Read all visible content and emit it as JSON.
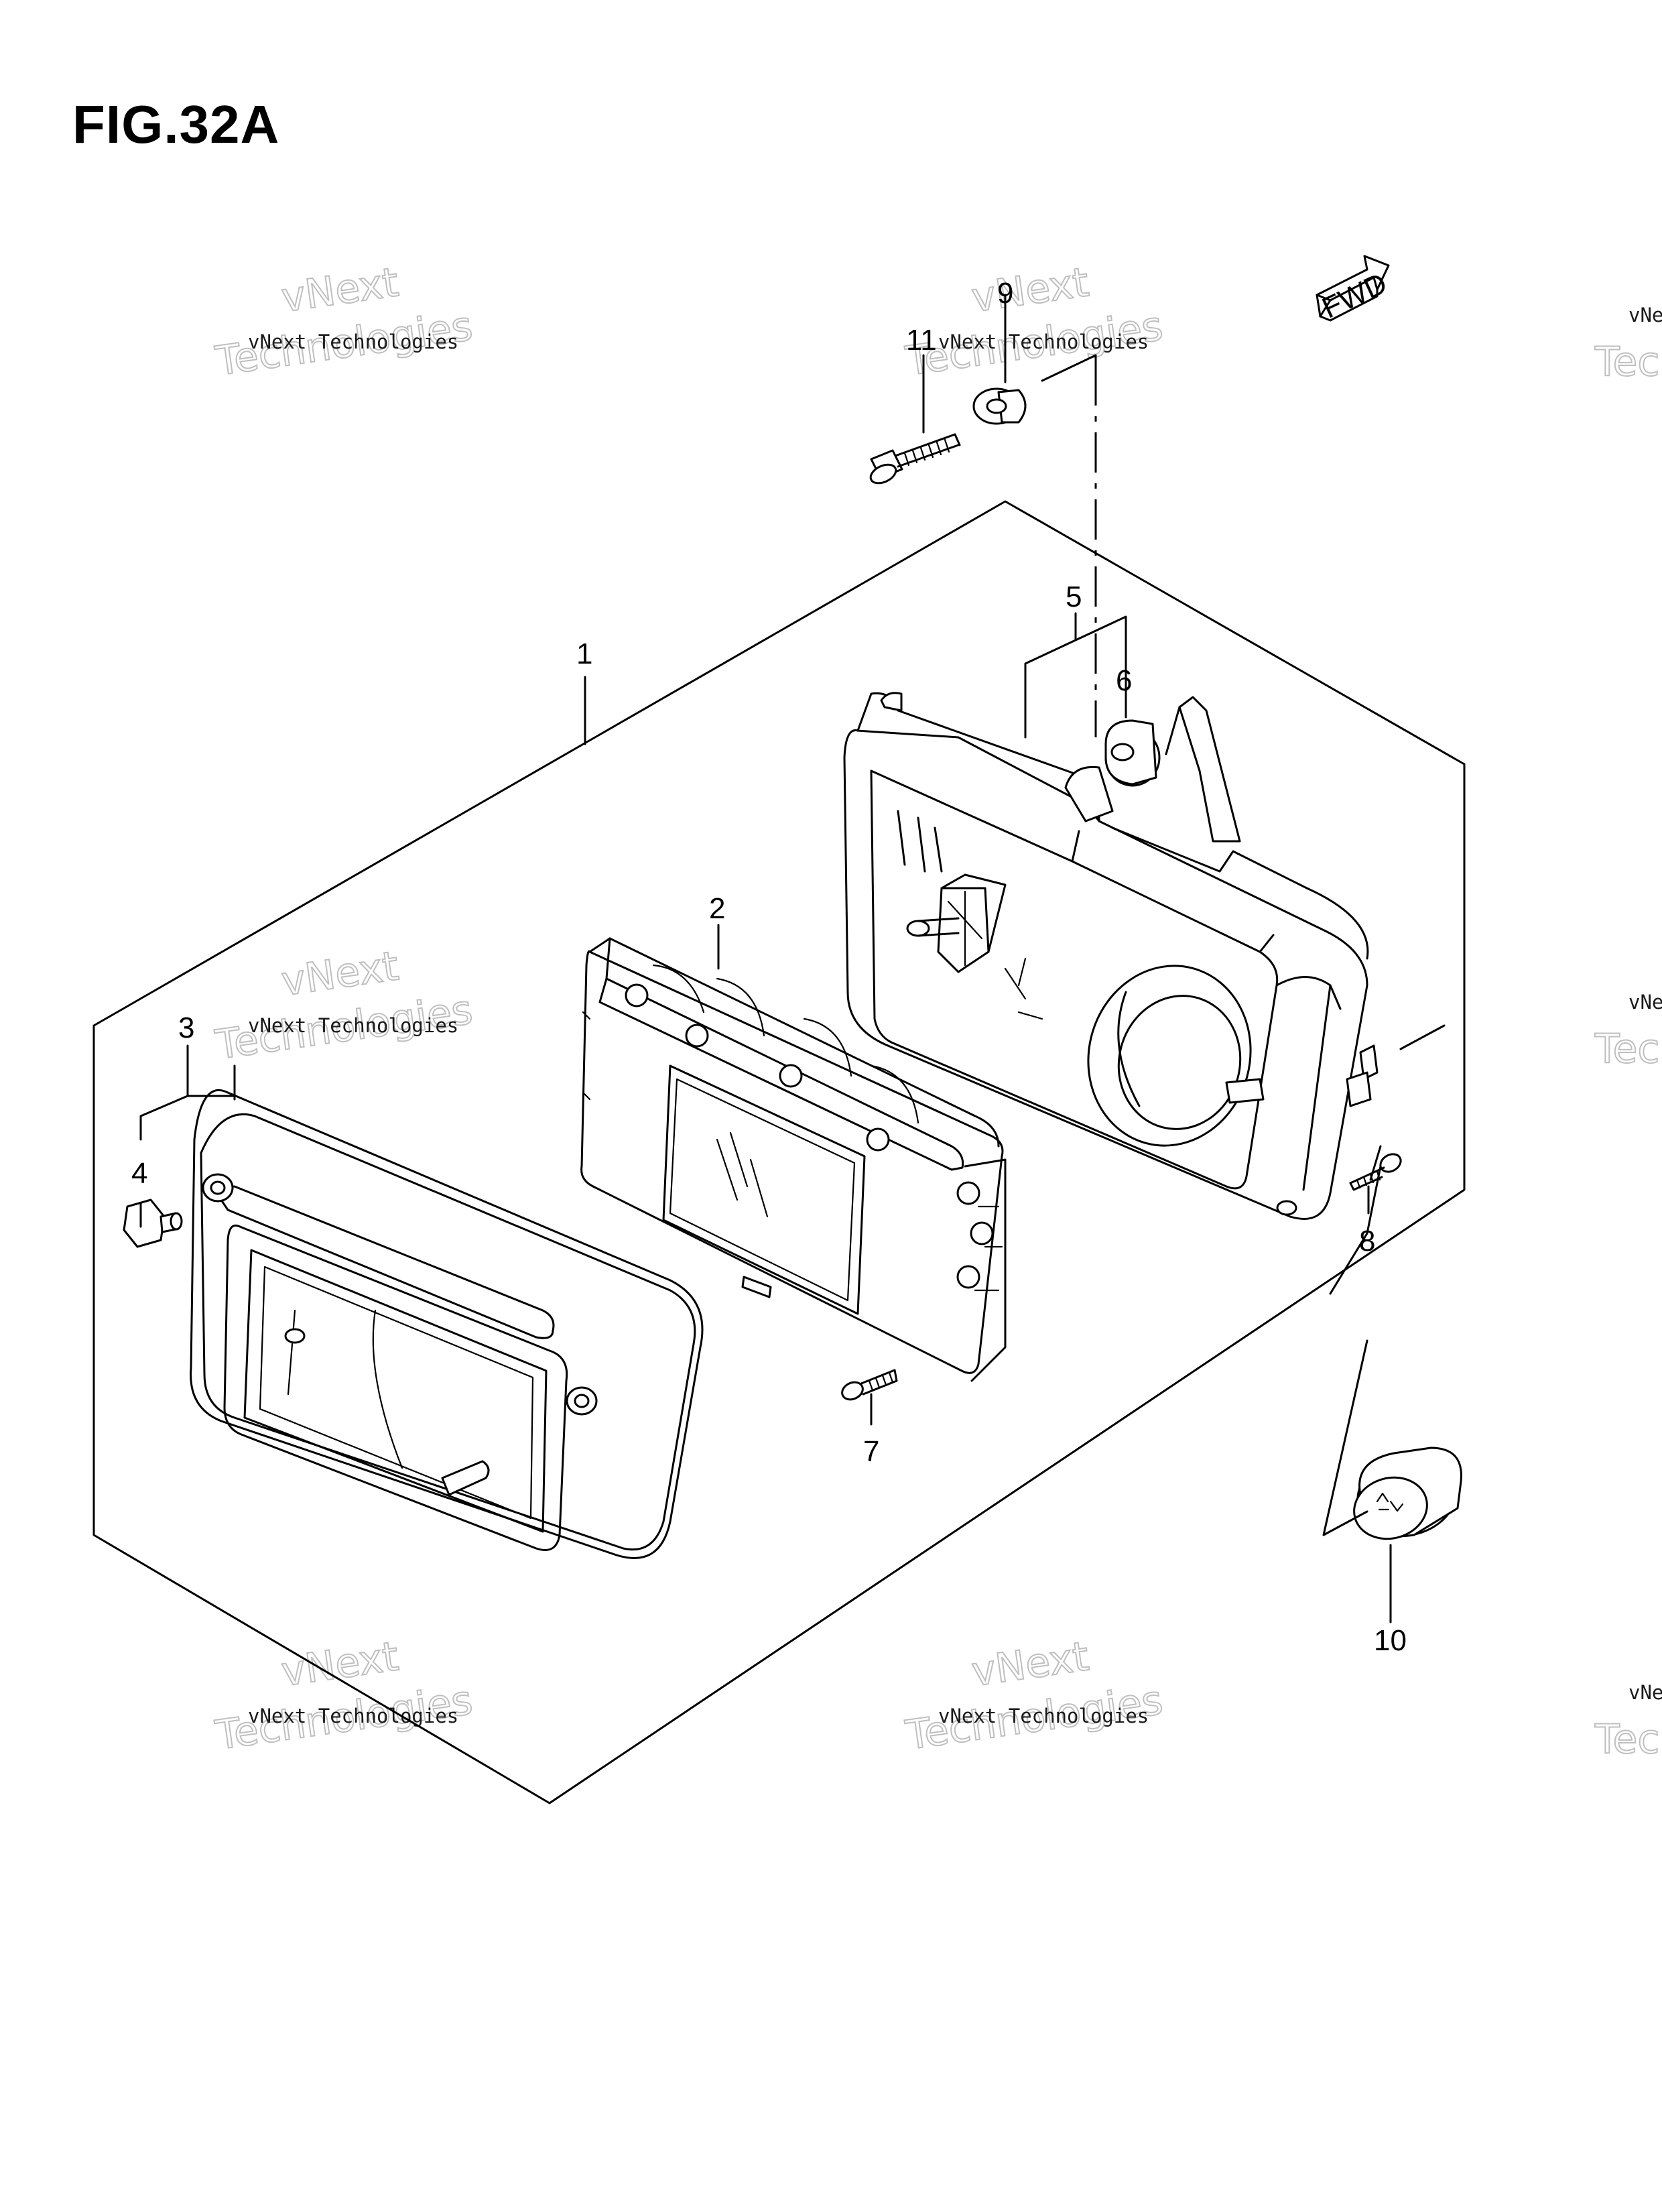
{
  "figure": {
    "title": "FIG.32A"
  },
  "fwd_badge": {
    "label": "FWD"
  },
  "callouts": [
    {
      "id": "1",
      "label": "1"
    },
    {
      "id": "2",
      "label": "2"
    },
    {
      "id": "3",
      "label": "3"
    },
    {
      "id": "4",
      "label": "4"
    },
    {
      "id": "5",
      "label": "5"
    },
    {
      "id": "6",
      "label": "6"
    },
    {
      "id": "7",
      "label": "7"
    },
    {
      "id": "8",
      "label": "8"
    },
    {
      "id": "9",
      "label": "9"
    },
    {
      "id": "10",
      "label": "10"
    },
    {
      "id": "11",
      "label": "11"
    }
  ],
  "watermark": {
    "line1": "vNext Technologies",
    "line2": "vNext",
    "line3": "Technologies"
  }
}
